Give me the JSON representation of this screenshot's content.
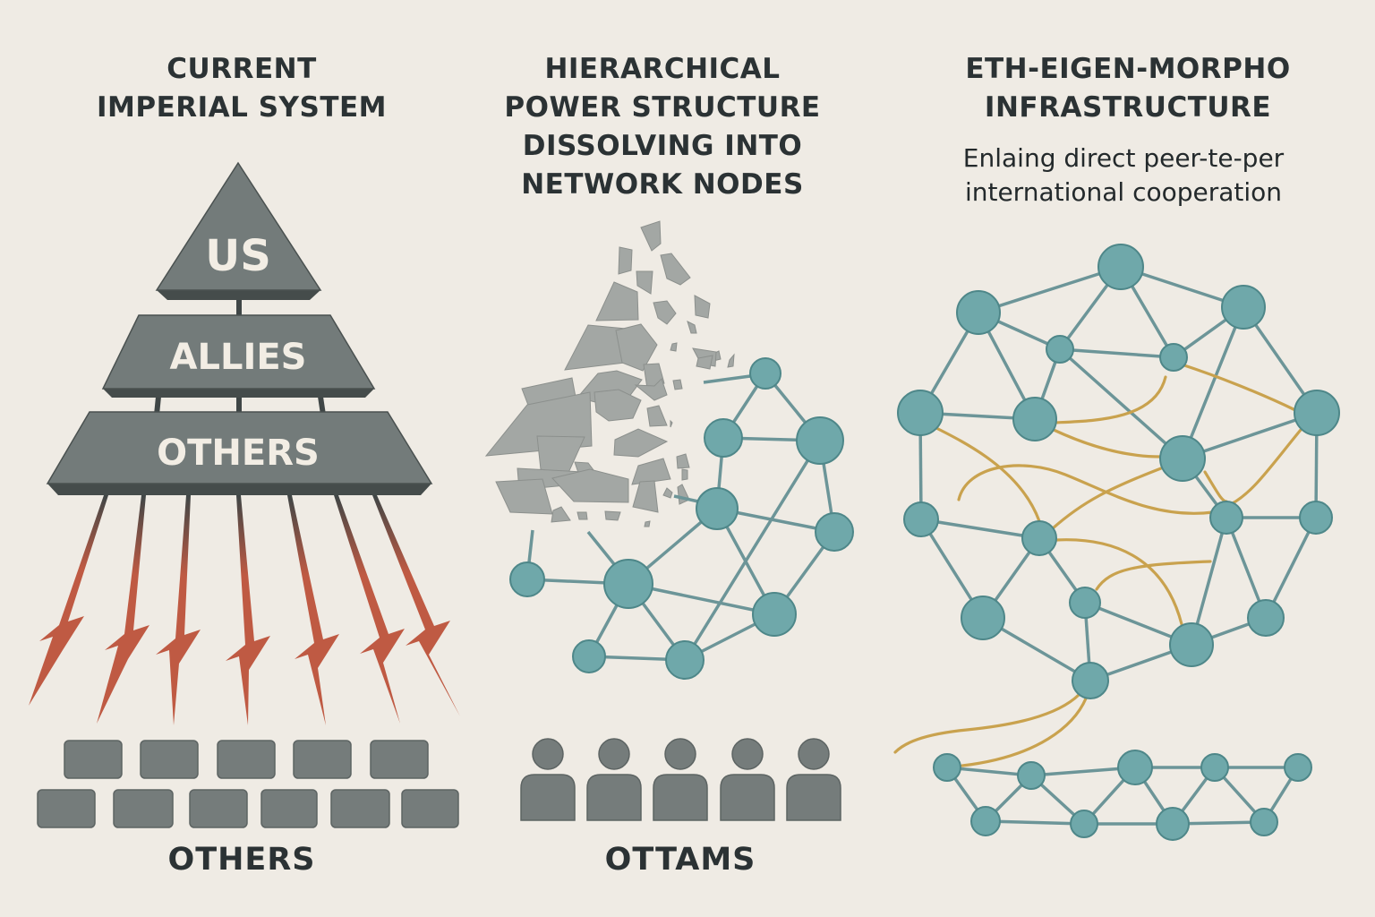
{
  "colors": {
    "background": "#efebe4",
    "text": "#2b3234",
    "pyramid_fill": "#737b7a",
    "pyramid_edge": "#4a5150",
    "lightning": "#bf5a43",
    "node_fill": "#6fa8aa",
    "node_edge": "#4e8789",
    "edge_line": "#6c9598",
    "gold_line": "#c9a24e",
    "shard_fill": "#a3a7a4",
    "block_fill": "#757c7b"
  },
  "panels": {
    "left": {
      "title_lines": [
        "CURRENT",
        "IMPERIAL SYSTEM"
      ],
      "tiers": [
        "US",
        "ALLIES",
        "OTHERS"
      ],
      "lightning_count": 7,
      "block_rows": [
        5,
        6
      ],
      "footer": "OTHERS"
    },
    "middle": {
      "title_lines": [
        "HIERARCHICAL",
        "POWER STRUCTURE",
        "DISSOLVING INTO",
        "NETWORK NODES"
      ],
      "people_count": 5,
      "footer": "OTTAMS"
    },
    "right": {
      "title_lines": [
        "ETH-EIGEN-MORPHO",
        "INFRASTRUCTURE"
      ],
      "subtitle_lines": [
        "Enlaing direct peer-te-per",
        "international cooperation"
      ]
    }
  }
}
